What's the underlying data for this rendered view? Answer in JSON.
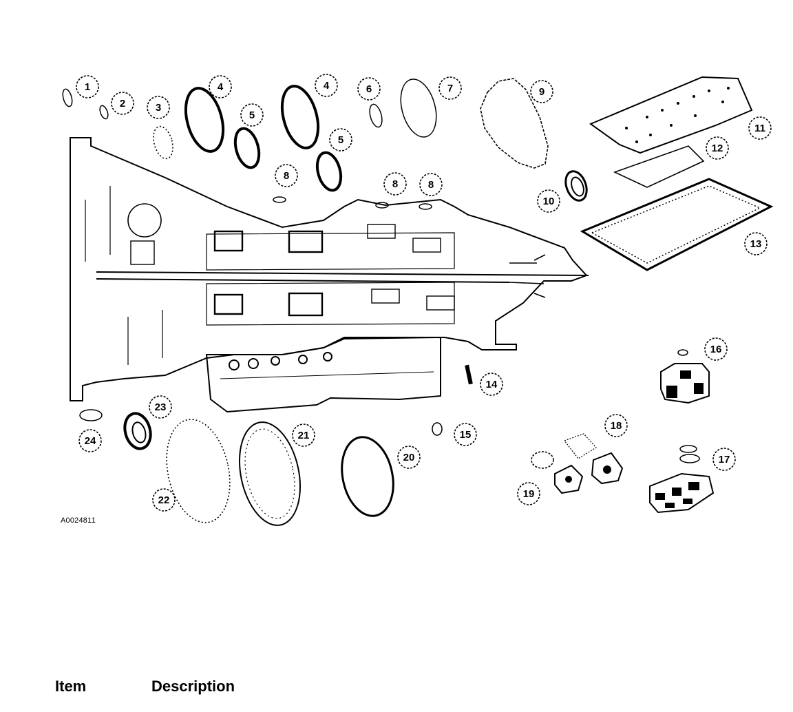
{
  "figure": {
    "reference_code": "A0024811",
    "callouts": [
      "1",
      "2",
      "3",
      "4",
      "4",
      "5",
      "5",
      "6",
      "7",
      "8",
      "8",
      "8",
      "9",
      "10",
      "11",
      "12",
      "13",
      "14",
      "15",
      "16",
      "17",
      "18",
      "19",
      "20",
      "21",
      "22",
      "23",
      "24"
    ]
  },
  "table": {
    "headers": {
      "item": "Item",
      "description": "Description"
    }
  }
}
